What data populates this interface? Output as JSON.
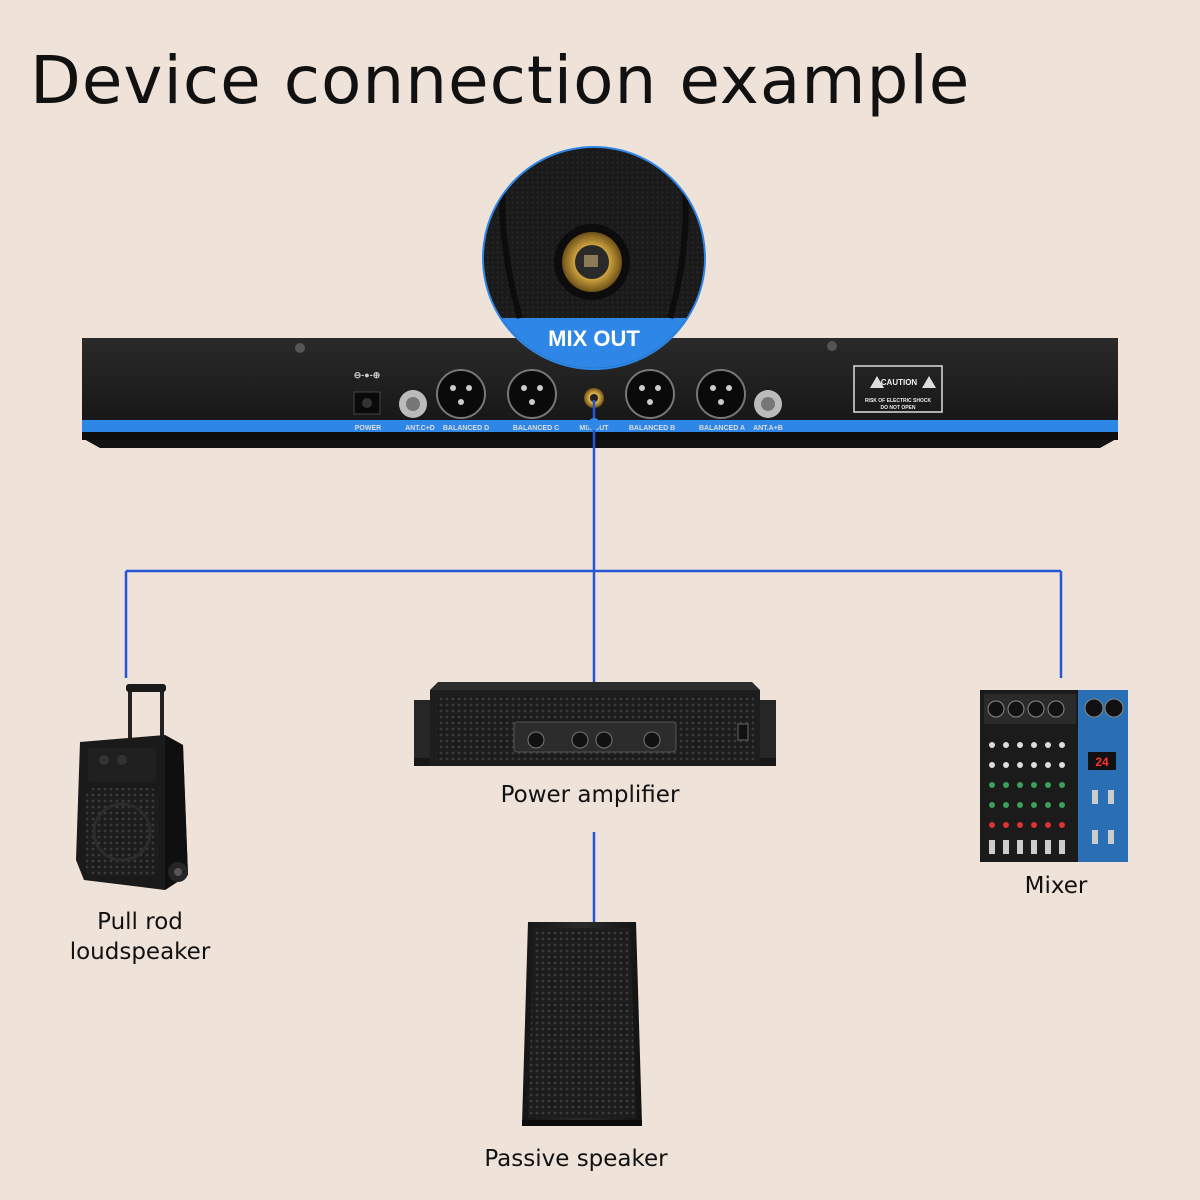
{
  "title": "Device connection example",
  "receiver": {
    "zoom_label": "MIX OUT",
    "ports": [
      "POWER",
      "ANT.C+D",
      "BALANCED D",
      "BALANCED C",
      "MIX OUT",
      "BALANCED B",
      "BALANCED A",
      "ANT.A+B"
    ],
    "caution_title": "CAUTION",
    "caution_line1": "RISK OF ELECTRIC SHOCK",
    "caution_line2": "DO NOT OPEN"
  },
  "devices": {
    "loudspeaker_line1": "Pull rod",
    "loudspeaker_line2": "loudspeaker",
    "amplifier": "Power amplifier",
    "mixer": "Mixer",
    "passive": "Passive speaker"
  },
  "colors": {
    "background": "#eee2d9",
    "connection_line": "#2456d6",
    "accent_blue": "#2e86e6"
  }
}
